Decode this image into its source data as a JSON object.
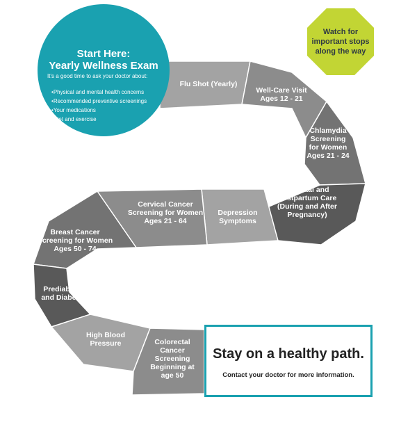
{
  "start": {
    "title_line1": "Start Here:",
    "title_line2": "Yearly Wellness Exam",
    "intro": "It's a good time to ask your doctor about:",
    "items": [
      "Physical and mental health concerns",
      "Recommended preventive screenings",
      "Your medications",
      "Diet and exercise"
    ]
  },
  "stop_sign": {
    "line1": "Watch for",
    "line2": "important stops",
    "line3": "along the way"
  },
  "segments": [
    {
      "lines": [
        "Flu Shot (Yearly)"
      ],
      "color": "#a3a3a3"
    },
    {
      "lines": [
        "Well-Care Visit",
        "Ages 12 - 21"
      ],
      "color": "#8c8c8c"
    },
    {
      "lines": [
        "Chlamydia",
        "Screening",
        "for Women",
        "Ages 21 - 24"
      ],
      "color": "#737373"
    },
    {
      "lines": [
        "Prenatal and",
        "Postpartum Care",
        "(During and After",
        "Pregnancy)"
      ],
      "color": "#595959"
    },
    {
      "lines": [
        "Depression",
        "Symptoms"
      ],
      "color": "#a3a3a3"
    },
    {
      "lines": [
        "Cervical Cancer",
        "Screening for Women",
        "Ages 21 - 64"
      ],
      "color": "#8c8c8c"
    },
    {
      "lines": [
        "Breast Cancer",
        "Screening for Women",
        "Ages 50 - 74"
      ],
      "color": "#737373"
    },
    {
      "lines": [
        "Prediabetes",
        "and Diabetes"
      ],
      "color": "#595959"
    },
    {
      "lines": [
        "High Blood",
        "Pressure"
      ],
      "color": "#a3a3a3"
    },
    {
      "lines": [
        "Colorectal",
        "Cancer",
        "Screening",
        "Beginning at",
        "age 50"
      ],
      "color": "#8c8c8c"
    }
  ],
  "cta": {
    "title": "Stay on a healthy path.",
    "subtitle": "Contact your doctor for more information."
  },
  "colors": {
    "teal": "#1aa1b0",
    "lime": "#c2d534"
  }
}
